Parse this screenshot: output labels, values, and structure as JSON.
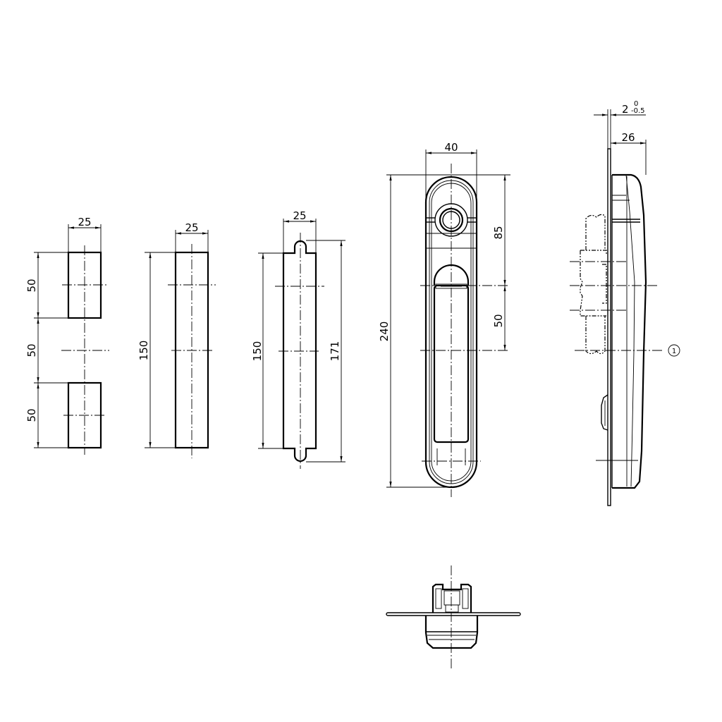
{
  "drawing": {
    "type": "technical-drawing",
    "colors": {
      "line": "#000000",
      "background": "#ffffff"
    },
    "views": {
      "striker_pair": {
        "label": "two-piece striker plate",
        "width_dim": "25",
        "heights": [
          "50",
          "50",
          "50"
        ]
      },
      "striker_plate": {
        "label": "single striker plate",
        "width_dim": "25",
        "height_dim": "150"
      },
      "striker_plate_tabs": {
        "label": "striker plate with end tabs",
        "width_dim": "25",
        "body_height_dim": "150",
        "overall_height_dim": "171"
      },
      "handle_front": {
        "label": "handle front view",
        "width_dim": "40",
        "overall_height_dim": "240",
        "upper_offset_dim": "85",
        "lower_offset_dim": "50"
      },
      "handle_side": {
        "label": "handle side view",
        "plate_thickness_main": "2",
        "plate_thickness_upper": "0",
        "plate_thickness_lower": "-0.5",
        "depth_dim": "26",
        "callout": "1"
      },
      "handle_bottom": {
        "label": "handle bottom view"
      }
    }
  }
}
